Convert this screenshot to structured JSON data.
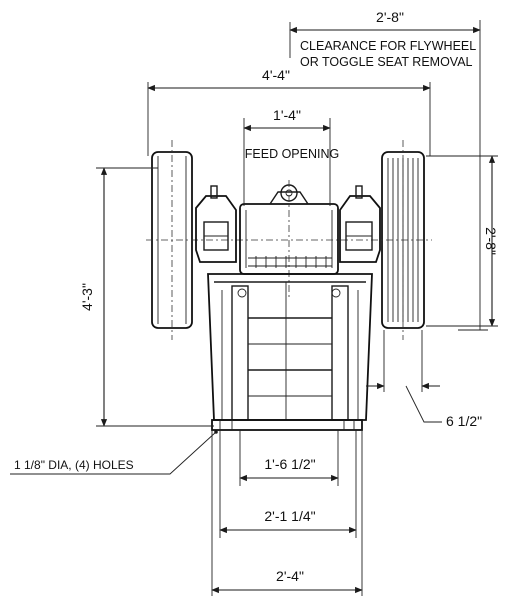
{
  "dimensions": {
    "clearance_width": "2'-8\"",
    "clearance_note_line1": "CLEARANCE FOR FLYWHEEL",
    "clearance_note_line2": "OR TOGGLE SEAT REMOVAL",
    "overall_width": "4'-4\"",
    "feed_opening_width": "1'-4\"",
    "feed_opening_label": "FEED OPENING",
    "overall_height": "4'-3\"",
    "flywheel_diameter": "2'-8\"",
    "flywheel_width": "6 1/2\"",
    "holes_note": "1 1/8\" DIA, (4) HOLES",
    "base_inner": "1'-6 1/2\"",
    "base_mid": "2'-1 1/4\"",
    "base_outer": "2'-4\""
  }
}
